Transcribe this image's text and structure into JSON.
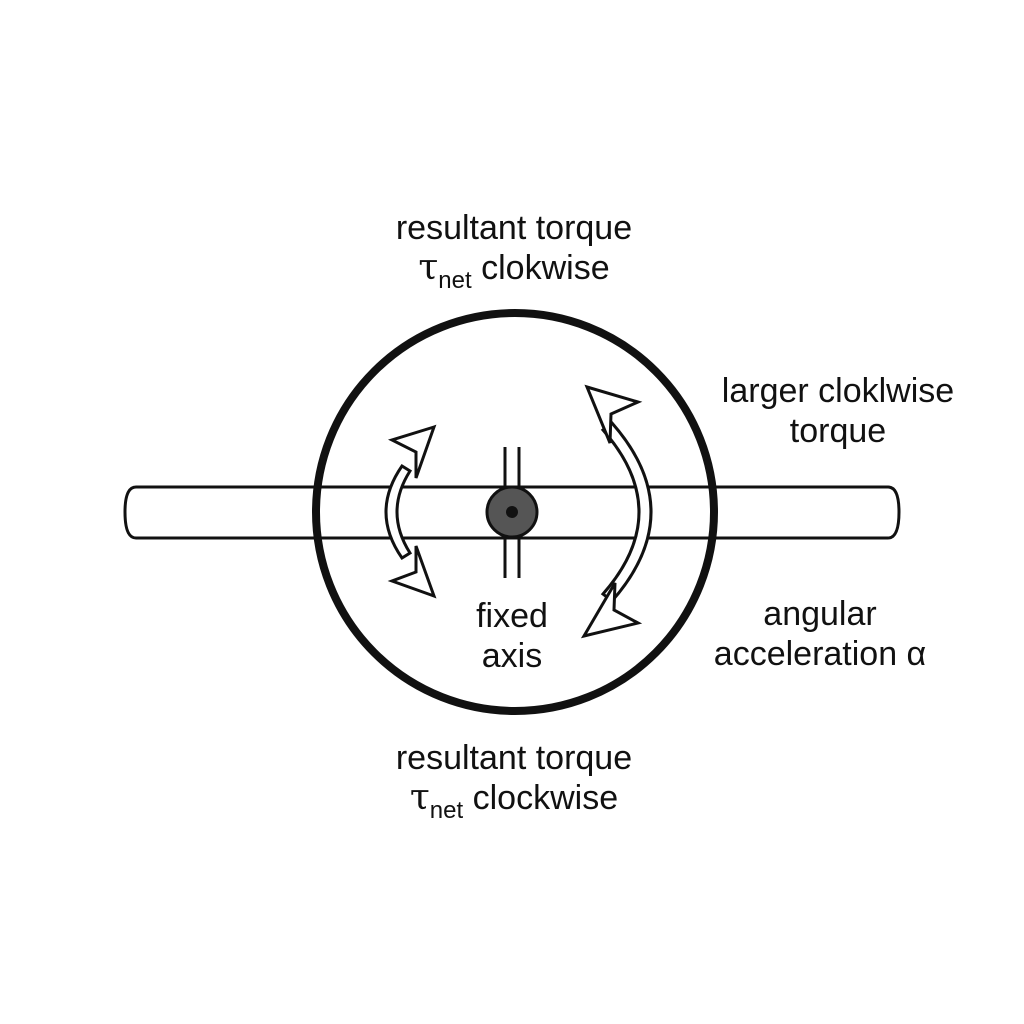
{
  "labels": {
    "top": {
      "line1": "resultant torque",
      "symbol": "τ",
      "subscript": "net",
      "rest": " clokwise"
    },
    "bottom": {
      "line1": "resultant torque",
      "symbol": "τ",
      "subscript": "net",
      "rest": " clockwise"
    },
    "right_top": {
      "line1": "larger cloklwise",
      "line2": "torque"
    },
    "right_bottom": {
      "line1": "angular",
      "line2": "acceleration α"
    },
    "axis": {
      "line1": "fixed",
      "line2": "axis"
    }
  },
  "colors": {
    "stroke": "#111111",
    "hub": "#555555",
    "background": "#ffffff"
  }
}
